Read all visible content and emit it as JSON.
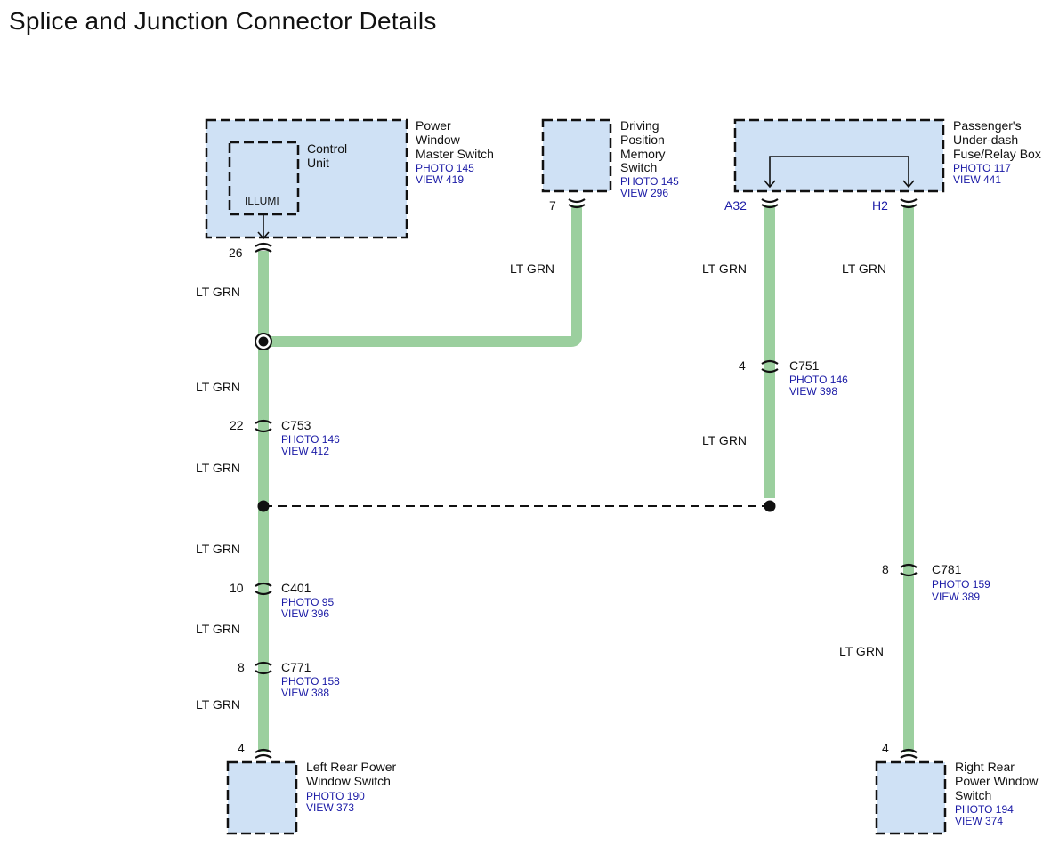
{
  "title": "Splice and Junction Connector Details",
  "wire_label": "LT GRN",
  "colors": {
    "wire": "#9bcf9e",
    "component_fill": "#cfe1f5",
    "reference_text": "#1a1aa6"
  },
  "components": {
    "master_switch": {
      "name": [
        "Power",
        "Window",
        "Master Switch"
      ],
      "photo": "PHOTO 145",
      "view": "VIEW 419",
      "inner_unit": [
        "Control",
        "Unit"
      ],
      "inner_label": "ILLUMI",
      "pin": "26"
    },
    "memory_switch": {
      "name": [
        "Driving",
        "Position",
        "Memory",
        "Switch"
      ],
      "photo": "PHOTO 145",
      "view": "VIEW 296",
      "pin": "7"
    },
    "fuse_box": {
      "name": [
        "Passenger's",
        "Under-dash",
        "Fuse/Relay Box"
      ],
      "photo": "PHOTO 117",
      "view": "VIEW 441",
      "pin_left": "A32",
      "pin_right": "H2"
    },
    "left_rear_switch": {
      "name": [
        "Left Rear Power",
        "Window Switch"
      ],
      "photo": "PHOTO 190",
      "view": "VIEW 373",
      "pin": "4"
    },
    "right_rear_switch": {
      "name": [
        "Right Rear",
        "Power Window",
        "Switch"
      ],
      "photo": "PHOTO 194",
      "view": "VIEW 374",
      "pin": "4"
    }
  },
  "connectors": {
    "c753": {
      "name": "C753",
      "photo": "PHOTO 146",
      "view": "VIEW 412",
      "pin": "22"
    },
    "c401": {
      "name": "C401",
      "photo": "PHOTO 95",
      "view": "VIEW 396",
      "pin": "10"
    },
    "c771": {
      "name": "C771",
      "photo": "PHOTO 158",
      "view": "VIEW 388",
      "pin": "8"
    },
    "c751": {
      "name": "C751",
      "photo": "PHOTO 146",
      "view": "VIEW 398",
      "pin": "4"
    },
    "c781": {
      "name": "C781",
      "photo": "PHOTO 159",
      "view": "VIEW 389",
      "pin": "8"
    }
  }
}
